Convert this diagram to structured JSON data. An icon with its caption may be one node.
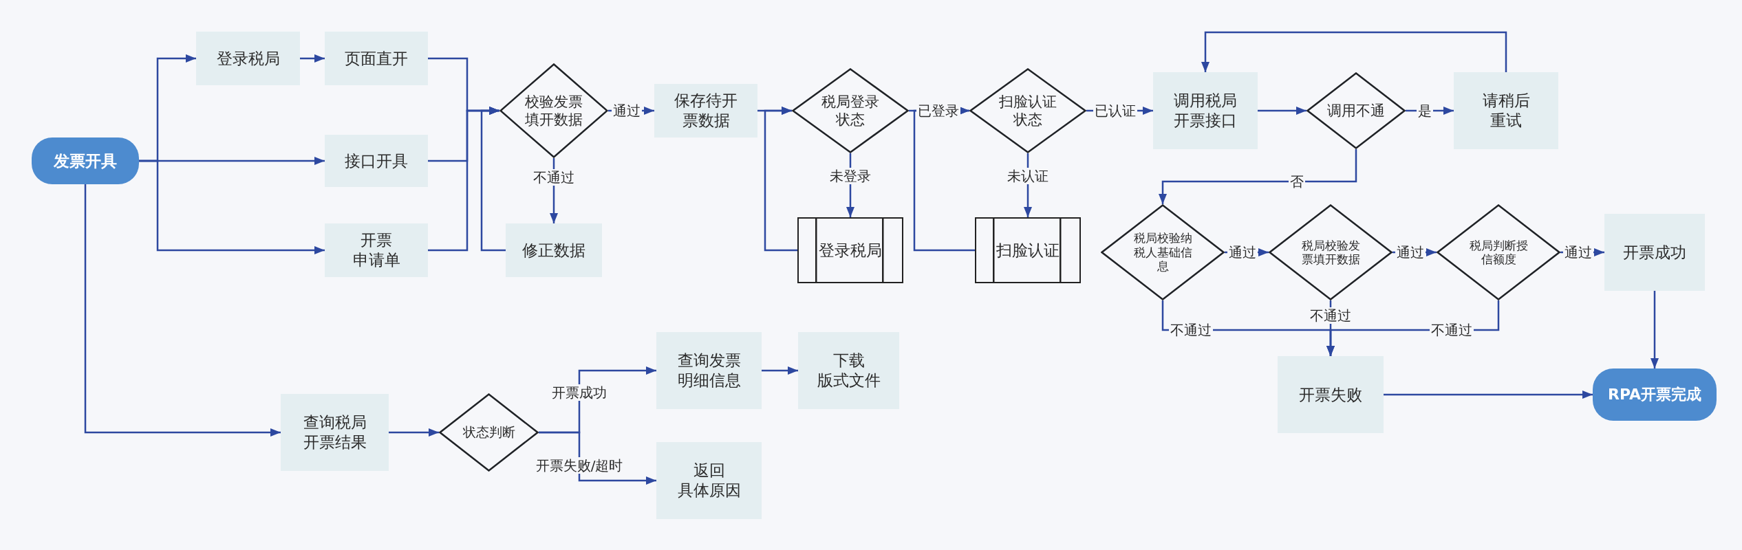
{
  "diagram": {
    "nodes": [
      {
        "text": [
          "发票开具"
        ]
      },
      {
        "text": [
          "登录税局"
        ]
      },
      {
        "text": [
          "页面直开"
        ]
      },
      {
        "text": [
          "接口开具"
        ]
      },
      {
        "text": [
          "开票申请单"
        ]
      },
      {
        "text": [
          "校验发票填开数据"
        ]
      },
      {
        "text": [
          "修正数据"
        ]
      },
      {
        "text": [
          "保存待开票数据"
        ]
      },
      {
        "text": [
          "税局登录状态"
        ]
      },
      {
        "text": [
          "登录税局"
        ]
      },
      {
        "text": [
          "扫脸认证状态"
        ]
      },
      {
        "text": [
          "扫脸认证"
        ]
      },
      {
        "text": [
          "调用税局开票接口"
        ]
      },
      {
        "text": [
          "调用不通"
        ]
      },
      {
        "text": [
          "请稍后重试"
        ]
      },
      {
        "text": [
          "税局校验纳税人基础信息"
        ]
      },
      {
        "text": [
          "税局校验发票填开数据"
        ]
      },
      {
        "text": [
          "税局判断授信额度"
        ]
      },
      {
        "text": [
          "开票成功"
        ]
      },
      {
        "text": [
          "开票失败"
        ]
      },
      {
        "text": [
          "RPA开票完成"
        ]
      },
      {
        "text": [
          "查询税局开票结果"
        ]
      },
      {
        "text": [
          "状态判断"
        ]
      },
      {
        "text": [
          "查询发票明细信息"
        ]
      },
      {
        "text": [
          "下载版式文件"
        ]
      },
      {
        "text": [
          "返回具体原因"
        ]
      }
    ],
    "edges": [
      {
        "from": 0,
        "to": 1,
        "arrow": "to"
      },
      {
        "from": 1,
        "to": 2,
        "arrow": "to"
      },
      {
        "from": 0,
        "to": 3,
        "arrow": "to"
      },
      {
        "from": 0,
        "to": 4,
        "arrow": "to"
      },
      {
        "from": 2,
        "to": 5,
        "arrow": "to"
      },
      {
        "from": 3,
        "to": 5,
        "arrow": "to"
      },
      {
        "from": 4,
        "to": 5,
        "arrow": "to"
      },
      {
        "from": 6,
        "to": 5,
        "arrow": "to"
      },
      {
        "from": 5,
        "to": 6,
        "arrow": "to",
        "label": "不通过"
      },
      {
        "from": 5,
        "to": 7,
        "arrow": "to",
        "label": "通过"
      },
      {
        "from": 7,
        "to": 8,
        "arrow": "to"
      },
      {
        "from": 8,
        "to": 9,
        "arrow": "to",
        "label": "未登录"
      },
      {
        "from": 9,
        "to": 8,
        "arrow": "to"
      },
      {
        "from": 8,
        "to": 10,
        "arrow": "to",
        "label": "已登录"
      },
      {
        "from": 10,
        "to": 11,
        "arrow": "to",
        "label": "未认证"
      },
      {
        "from": 11,
        "to": 10,
        "arrow": "to"
      },
      {
        "from": 10,
        "to": 12,
        "arrow": "to",
        "label": "已认证"
      },
      {
        "from": 12,
        "to": 13,
        "arrow": "to"
      },
      {
        "from": 13,
        "to": 14,
        "arrow": "to",
        "label": "是"
      },
      {
        "from": 14,
        "to": 12,
        "arrow": "to"
      },
      {
        "from": 13,
        "to": 15,
        "arrow": "to",
        "label": "否"
      },
      {
        "from": 15,
        "to": 16,
        "arrow": "to",
        "label": "通过"
      },
      {
        "from": 16,
        "to": 17,
        "arrow": "to",
        "label": "通过"
      },
      {
        "from": 17,
        "to": 18,
        "arrow": "to",
        "label": "通过"
      },
      {
        "from": 15,
        "to": 19,
        "arrow": "to",
        "label": "不通过"
      },
      {
        "from": 16,
        "to": 19,
        "arrow": "to",
        "label": "不通过"
      },
      {
        "from": 17,
        "to": 19,
        "arrow": "to",
        "label": "不通过"
      },
      {
        "from": 18,
        "to": 20,
        "arrow": "to"
      },
      {
        "from": 19,
        "to": 20,
        "arrow": "to"
      },
      {
        "from": 0,
        "to": 21,
        "arrow": "to"
      },
      {
        "from": 21,
        "to": 22,
        "arrow": "to"
      },
      {
        "from": 22,
        "to": 23,
        "arrow": "to",
        "label": "开票成功"
      },
      {
        "from": 22,
        "to": 25,
        "arrow": "to",
        "label": "开票失败/超时"
      },
      {
        "from": 23,
        "to": 24,
        "arrow": "to"
      }
    ]
  }
}
